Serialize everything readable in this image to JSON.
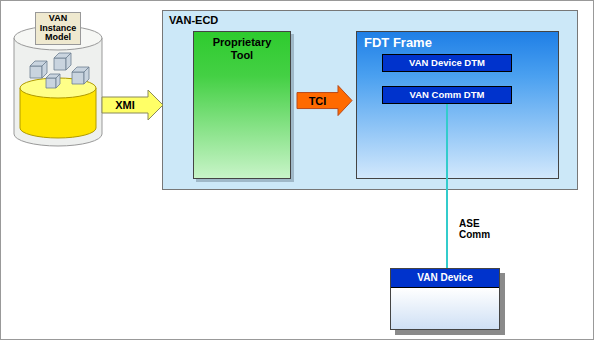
{
  "diagram": {
    "nodes": [
      {
        "text": [
          "VAN Instance Model"
        ]
      },
      {
        "text": [
          "VAN-ECD"
        ]
      },
      {
        "text": [
          "Proprietary Tool"
        ],
        "in": 1
      },
      {
        "text": [
          "FDT Frame"
        ],
        "in": 1
      },
      {
        "text": [
          "VAN Device DTM"
        ],
        "in": 3
      },
      {
        "text": [
          "VAN Comm DTM"
        ],
        "in": 3
      },
      {
        "text": [
          "VAN Device"
        ]
      }
    ],
    "edges": [
      {
        "from": 0,
        "to": 1,
        "arrow": "to",
        "label": "XMI"
      },
      {
        "from": 2,
        "to": 3,
        "arrow": "to",
        "label": "TCI"
      },
      {
        "from": 5,
        "to": 6,
        "arrow": "none",
        "label": "ASE Comm"
      }
    ]
  }
}
